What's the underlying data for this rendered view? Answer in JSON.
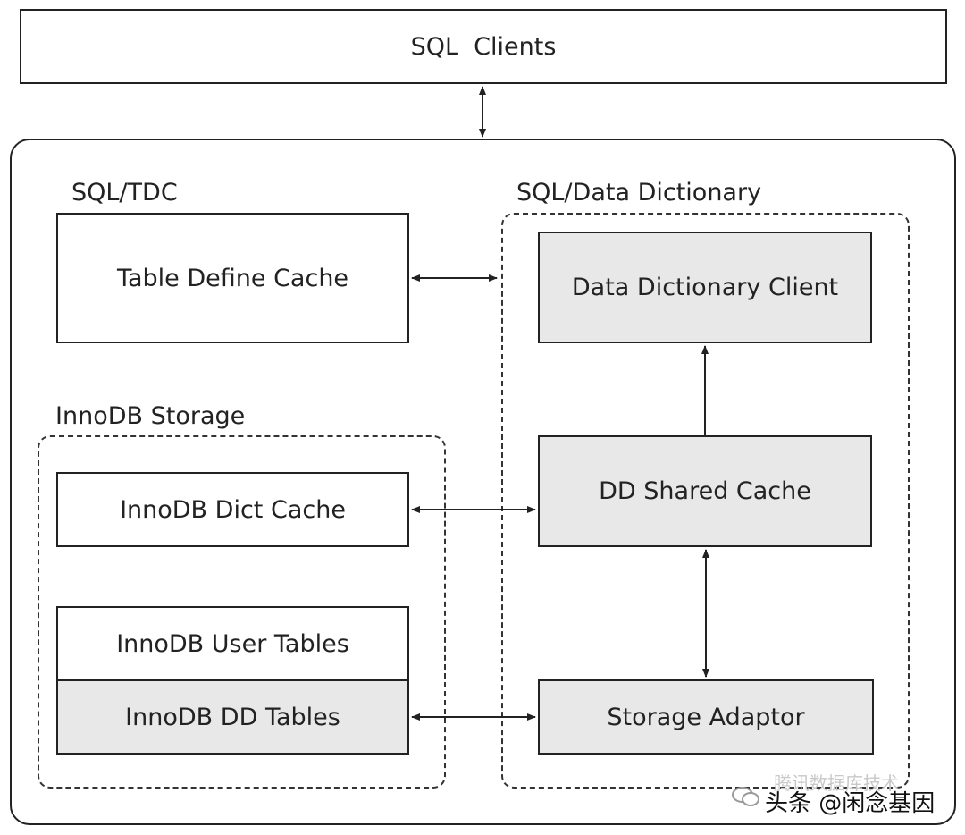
{
  "top": {
    "sql_clients": "SQL  Clients"
  },
  "groups": {
    "sql_tdc": "SQL/TDC",
    "data_dictionary": "SQL/Data Dictionary",
    "innodb_storage": "InnoDB Storage"
  },
  "boxes": {
    "table_define_cache": "Table Define Cache",
    "data_dictionary_client": "Data Dictionary Client",
    "dd_shared_cache": "DD Shared Cache",
    "innodb_dict_cache": "InnoDB Dict Cache",
    "innodb_user_tables": "InnoDB User Tables",
    "innodb_dd_tables": "InnoDB DD Tables",
    "storage_adaptor": "Storage Adaptor"
  },
  "watermark": {
    "text": "头条 @闲念基因",
    "faint": "腾讯数据库技术"
  },
  "colors": {
    "stroke": "#222222",
    "grey_fill": "#e8e8e8"
  }
}
